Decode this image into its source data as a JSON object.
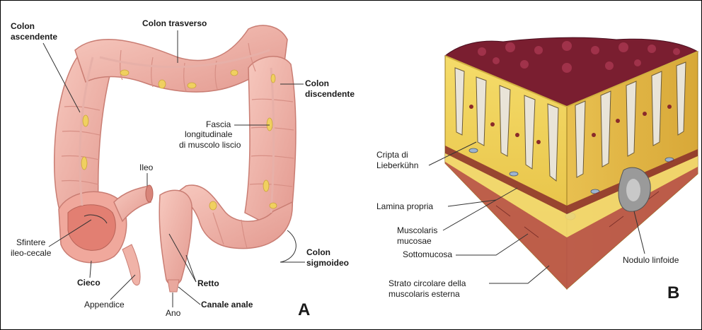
{
  "panel_a": {
    "letter": "A",
    "labels": {
      "colon_ascendente": [
        "Colon",
        "ascendente"
      ],
      "colon_trasverso": "Colon trasverso",
      "colon_discendente": [
        "Colon",
        "discendente"
      ],
      "fascia": [
        "Fascia",
        "longitudinale",
        "di muscolo liscio"
      ],
      "ileo": "Ileo",
      "sfintere": [
        "Sfintere",
        "ileo-cecale"
      ],
      "cieco": "Cieco",
      "appendice": "Appendice",
      "retto": "Retto",
      "canale_anale": "Canale anale",
      "ano": "Ano",
      "colon_sigmoideo": [
        "Colon",
        "sigmoideo"
      ]
    }
  },
  "panel_b": {
    "letter": "B",
    "labels": {
      "cripta": [
        "Cripta di",
        "Lieberkühn"
      ],
      "lamina_propria": "Lamina propria",
      "muscolaris_mucosae": [
        "Muscolaris",
        "mucosae"
      ],
      "sottomucosa": "Sottomucosa",
      "strato_circolare": [
        "Strato circolare della",
        "muscolaris esterna"
      ],
      "nodulo_linfoide": "Nodulo linfoide"
    }
  },
  "colors": {
    "colon_fill": "#f2b7ad",
    "colon_shade": "#d98a80",
    "fat_tags": "#f0d060",
    "tissue_yellow": "#f0d24a",
    "mucosa_top": "#7a1e30",
    "muscle_red": "#b8534a"
  }
}
